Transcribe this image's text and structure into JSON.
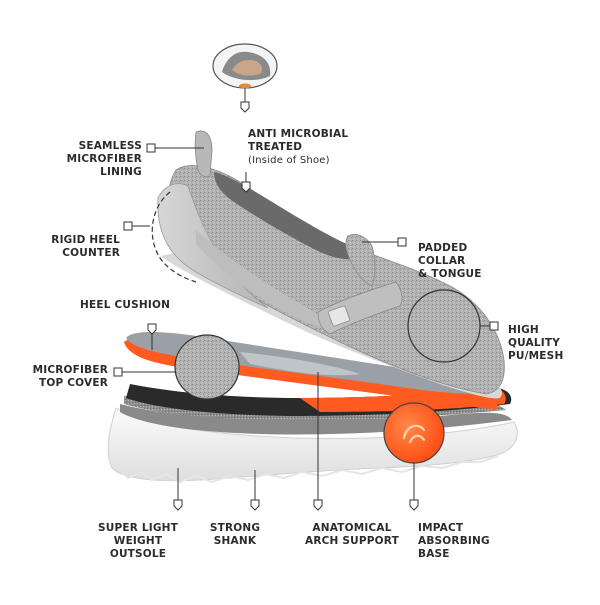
{
  "labels": {
    "anti_microbial": [
      "ANTI MICROBIAL",
      "TREATED"
    ],
    "anti_microbial_sub": "(Inside of Shoe)",
    "seamless": [
      "SEAMLESS",
      "MICROFIBER",
      "LINING"
    ],
    "rigid_heel": [
      "RIGID HEEL",
      "COUNTER"
    ],
    "padded": [
      "PADDED",
      "COLLAR",
      "& TONGUE"
    ],
    "heel_cushion": "HEEL CUSHION",
    "high_quality": [
      "HIGH",
      "QUALITY",
      "PU/MESH"
    ],
    "microfiber_top": [
      "MICROFIBER",
      "TOP COVER"
    ],
    "outsole": [
      "SUPER LIGHT",
      "WEIGHT OUTSOLE"
    ],
    "shank": [
      "STRONG",
      "SHANK"
    ],
    "arch": [
      "ANATOMICAL",
      "ARCH SUPPORT"
    ],
    "impact": [
      "IMPACT",
      "ABSORBING",
      "BASE"
    ]
  },
  "colors": {
    "upper_knit": "#a9a9a9",
    "heel_panel": "#c2c2c2",
    "sole_white": "#f1f1f1",
    "sole_black": "#2a2a2a",
    "foam_orange": "#ff5a1f",
    "insole_grey": "#9aa0a6",
    "leader_line": "#333333"
  },
  "icons": [
    "shoe-interior-inset",
    "orange-logo-badge"
  ]
}
